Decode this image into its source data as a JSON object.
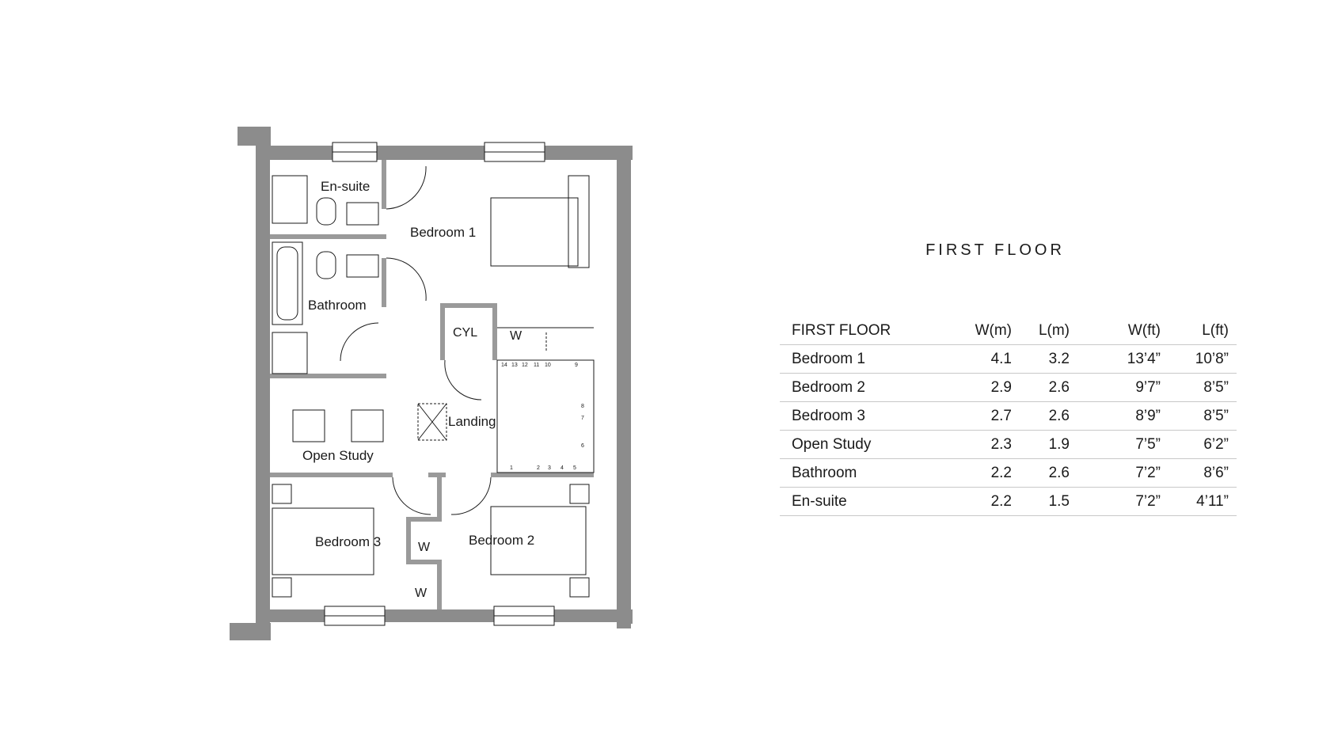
{
  "floor_plan": {
    "rooms": {
      "ensuite": "En-suite",
      "bedroom1": "Bedroom 1",
      "bathroom": "Bathroom",
      "cyl": "CYL",
      "w_top": "W",
      "landing": "Landing",
      "open_study": "Open Study",
      "bedroom3": "Bedroom 3",
      "w_mid": "W",
      "bedroom2": "Bedroom 2",
      "w_bottom": "W"
    },
    "stair_numbers": [
      "14",
      "13",
      "12",
      "11",
      "10",
      "9",
      "8",
      "7",
      "6",
      "5",
      "4",
      "3",
      "2",
      "1"
    ],
    "colors": {
      "wall": "#8c8c8c",
      "line": "#1a1a1a"
    }
  },
  "panel": {
    "title": "FIRST FLOOR",
    "table": {
      "headers": [
        "FIRST FLOOR",
        "W(m)",
        "L(m)",
        "W(ft)",
        "L(ft)"
      ],
      "rows": [
        [
          "Bedroom 1",
          "4.1",
          "3.2",
          "13’4”",
          "10’8”"
        ],
        [
          "Bedroom 2",
          "2.9",
          "2.6",
          "9’7”",
          "8’5”"
        ],
        [
          "Bedroom 3",
          "2.7",
          "2.6",
          "8’9”",
          "8’5”"
        ],
        [
          "Open Study",
          "2.3",
          "1.9",
          "7’5”",
          "6’2”"
        ],
        [
          "Bathroom",
          "2.2",
          "2.6",
          "7’2”",
          "8’6”"
        ],
        [
          "En-suite",
          "2.2",
          "1.5",
          "7’2”",
          "4’11”"
        ]
      ]
    }
  }
}
